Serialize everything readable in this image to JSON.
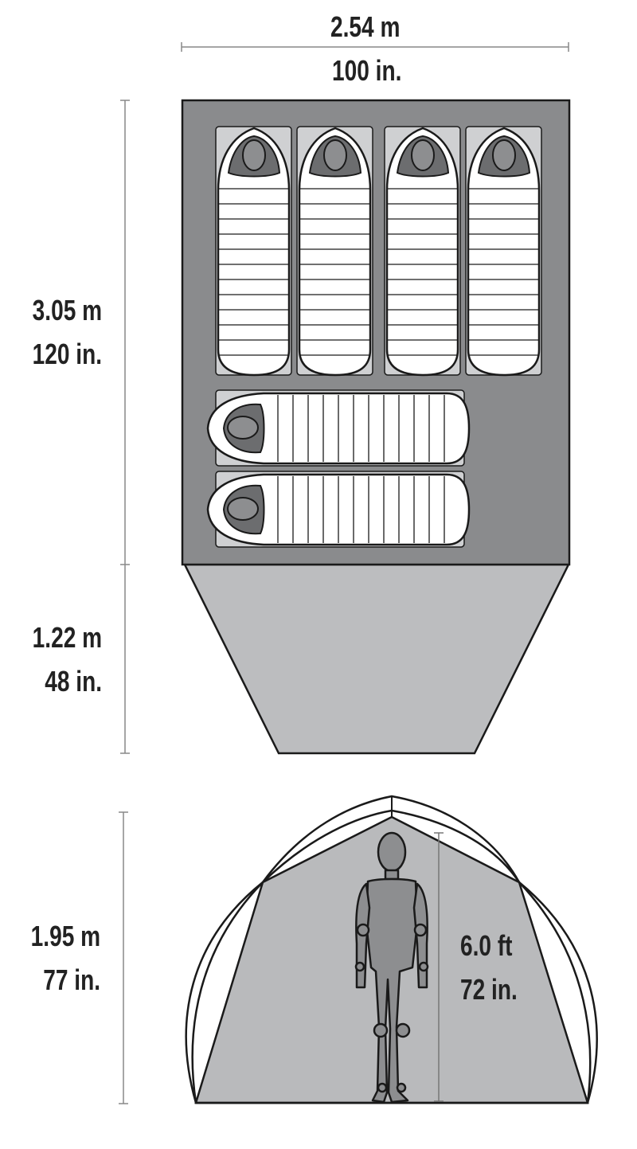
{
  "width_dimension": {
    "metric": "2.54 m",
    "imperial": "100 in."
  },
  "length_dimension": {
    "metric": "3.05 m",
    "imperial": "120 in."
  },
  "vestibule_dimension": {
    "metric": "1.22 m",
    "imperial": "48 in."
  },
  "height_dimension": {
    "metric": "1.95 m",
    "imperial": "77 in."
  },
  "person_height": {
    "imperial_ft": "6.0 ft",
    "imperial_in": "72 in."
  },
  "colors": {
    "tent_floor": "#8a8b8d",
    "vestibule": "#bcbdbf",
    "pad": "#cfd0d2",
    "sleeping_bag": "#ffffff",
    "side_view_fill": "#b9babc",
    "figure": "#8d8e90",
    "outline": "#1a1a1a"
  },
  "sleepers": {
    "vertical_count": 4,
    "horizontal_count": 2
  }
}
